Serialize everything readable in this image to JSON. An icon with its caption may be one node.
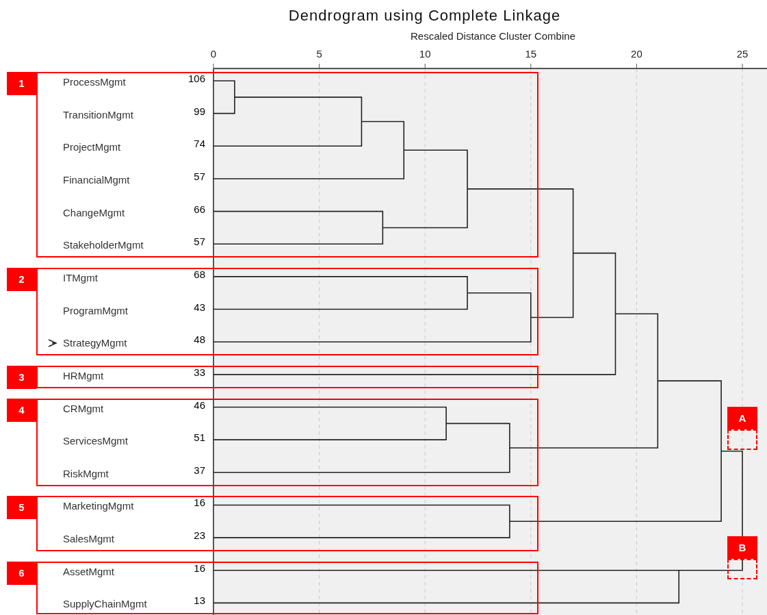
{
  "diagram": {
    "title": "Dendrogram using Complete Linkage",
    "nodes": [
      {
        "text": [
          "1"
        ]
      },
      {
        "text": [],
        "shape": "box"
      },
      {
        "text": [
          "ProcessMgmt"
        ],
        "in": 1
      },
      {
        "text": [
          "TransitionMgmt"
        ],
        "in": 1
      },
      {
        "text": [
          "ProjectMgmt"
        ],
        "in": 1
      },
      {
        "text": [
          "FinancialMgmt"
        ],
        "in": 1
      },
      {
        "text": [
          "ChangeMgmt"
        ],
        "in": 1
      },
      {
        "text": [
          "StakeholderMgmt"
        ],
        "in": 1
      },
      {
        "text": [
          "2"
        ]
      },
      {
        "text": [],
        "shape": "box"
      },
      {
        "text": [
          "ITMgmt"
        ],
        "in": 9
      },
      {
        "text": [
          "ProgramMgmt"
        ],
        "in": 9
      },
      {
        "text": [
          "StrategyMgmt"
        ],
        "in": 9
      },
      {
        "text": [
          "3"
        ]
      },
      {
        "text": [],
        "shape": "box"
      },
      {
        "text": [
          "HRMgmt"
        ],
        "in": 14
      },
      {
        "text": [
          "4"
        ]
      },
      {
        "text": [],
        "shape": "box"
      },
      {
        "text": [
          "CRMgmt"
        ],
        "in": 17
      },
      {
        "text": [
          "ServicesMgmt"
        ],
        "in": 17
      },
      {
        "text": [
          "RiskMgmt"
        ],
        "in": 17
      },
      {
        "text": [
          "5"
        ]
      },
      {
        "text": [],
        "shape": "box"
      },
      {
        "text": [
          "MarketingMgmt"
        ],
        "in": 22
      },
      {
        "text": [
          "SalesMgmt"
        ],
        "in": 22
      },
      {
        "text": [
          "6"
        ]
      },
      {
        "text": [],
        "shape": "box"
      },
      {
        "text": [
          "AssetMgmt"
        ],
        "in": 26
      },
      {
        "text": [
          "SupplyChainMgmt"
        ],
        "in": 26
      },
      {
        "text": [
          "A"
        ]
      },
      {
        "text": [
          "B"
        ]
      }
    ],
    "labels": [
      "Rescaled Distance Cluster Combine",
      "0",
      "5",
      "10",
      "15",
      "20",
      "25",
      "106",
      "99",
      "74",
      "57",
      "66",
      "57",
      "68",
      "43",
      "48",
      "33",
      "46",
      "51",
      "37",
      "16",
      "23",
      "16",
      "13"
    ]
  }
}
